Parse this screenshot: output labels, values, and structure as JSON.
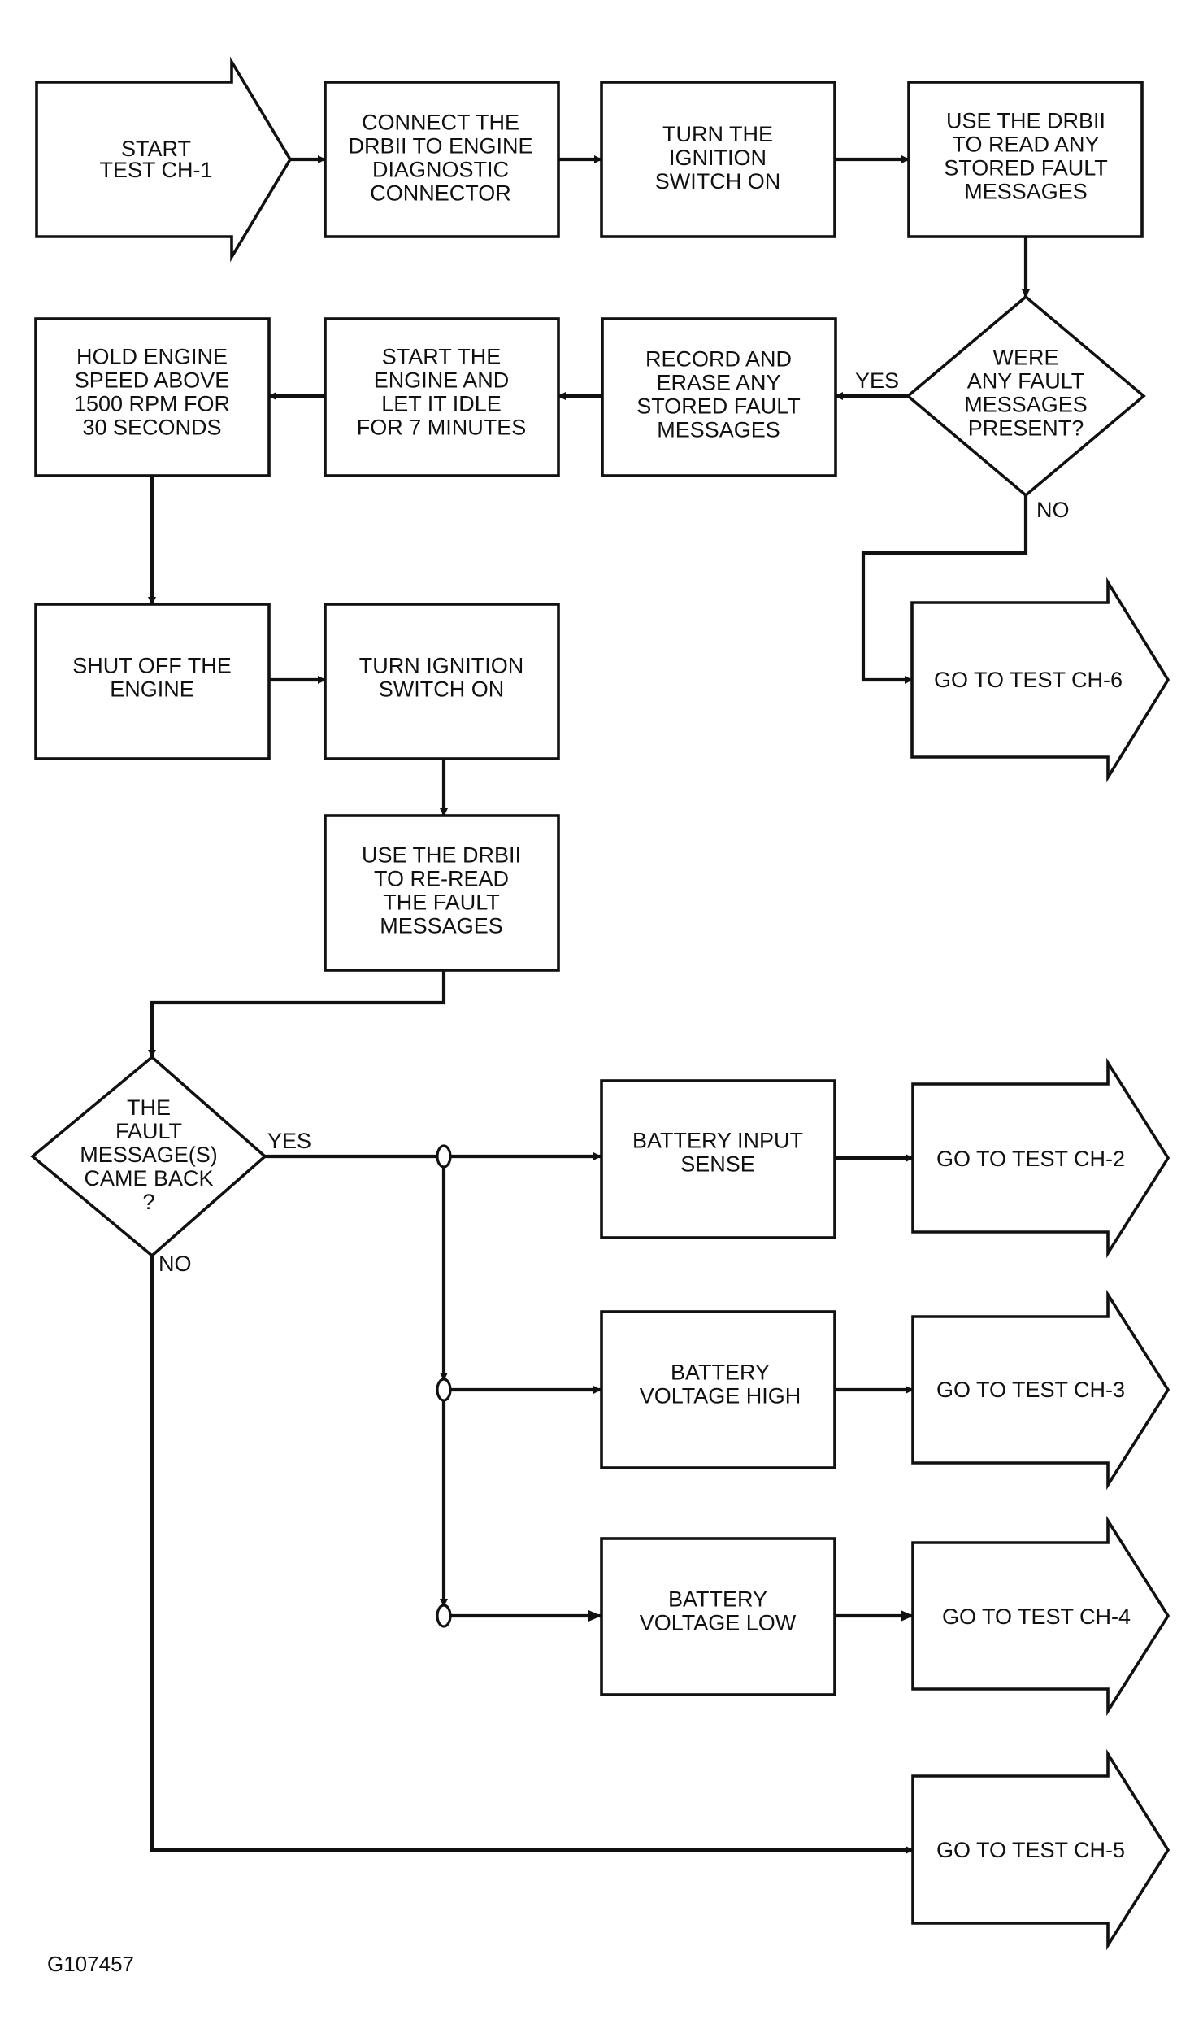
{
  "diagram": {
    "start": [
      "START",
      "TEST CH-1"
    ],
    "step_connect": [
      "CONNECT THE",
      "DRBII TO ENGINE",
      "DIAGNOSTIC",
      "CONNECTOR"
    ],
    "step_ignition_on": [
      "TURN THE",
      "IGNITION",
      "SWITCH ON"
    ],
    "step_read_faults": [
      "USE THE DRBII",
      "TO READ ANY",
      "STORED FAULT",
      "MESSAGES"
    ],
    "decision_faults_present": [
      "WERE",
      "ANY FAULT",
      "MESSAGES",
      "PRESENT?"
    ],
    "label_yes_1": "YES",
    "label_no_1": "NO",
    "step_record_erase": [
      "RECORD AND",
      "ERASE ANY",
      "STORED FAULT",
      "MESSAGES"
    ],
    "step_start_idle": [
      "START THE",
      "ENGINE AND",
      "LET IT IDLE",
      "FOR 7 MINUTES"
    ],
    "step_hold_speed": [
      "HOLD ENGINE",
      "SPEED ABOVE",
      "1500 RPM FOR",
      "30 SECONDS"
    ],
    "goto_ch6": [
      "GO TO TEST CH-6"
    ],
    "step_shut_off": [
      "SHUT OFF THE",
      "ENGINE"
    ],
    "step_ignition_on_2": [
      "TURN IGNITION",
      "SWITCH ON"
    ],
    "step_reread": [
      "USE THE DRBII",
      "TO RE-READ",
      "THE FAULT",
      "MESSAGES"
    ],
    "decision_came_back": [
      "THE",
      "FAULT",
      "MESSAGE(S)",
      "CAME BACK",
      "?"
    ],
    "label_yes_2": "YES",
    "label_no_2": "NO",
    "step_battery_input": [
      "BATTERY INPUT",
      "SENSE"
    ],
    "goto_ch2": [
      "GO TO TEST CH-2"
    ],
    "step_battery_high": [
      "BATTERY",
      "VOLTAGE HIGH"
    ],
    "goto_ch3": [
      "GO TO TEST CH-3"
    ],
    "step_battery_low": [
      "BATTERY",
      "VOLTAGE LOW"
    ],
    "goto_ch4": [
      "GO TO TEST CH-4"
    ],
    "goto_ch5": [
      "GO TO TEST CH-5"
    ],
    "figure_id": "G107457"
  }
}
